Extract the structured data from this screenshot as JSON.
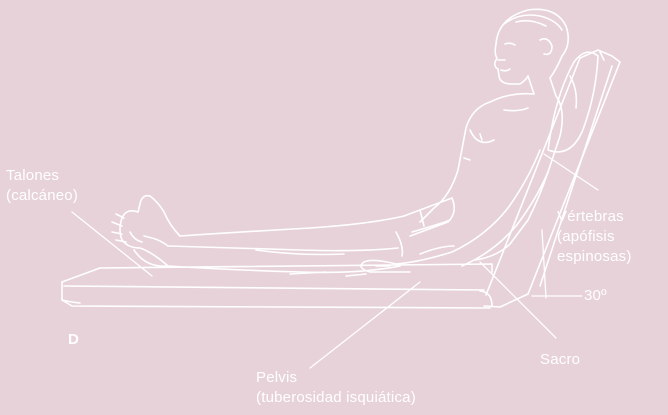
{
  "figure": {
    "panel_letter": "D",
    "labels": {
      "heels": {
        "line1": "Talones",
        "line2": "(calcáneo)"
      },
      "vertebrae": {
        "line1": "Vértebras",
        "line2": "(apófisis",
        "line3": "espinosas)"
      },
      "angle": "30º",
      "sacrum": "Sacro",
      "pelvis": {
        "line1": "Pelvis",
        "line2": "(tuberosidad isquiática)"
      }
    },
    "colors": {
      "background": "#e7d2da",
      "line": "#ffffff"
    }
  }
}
